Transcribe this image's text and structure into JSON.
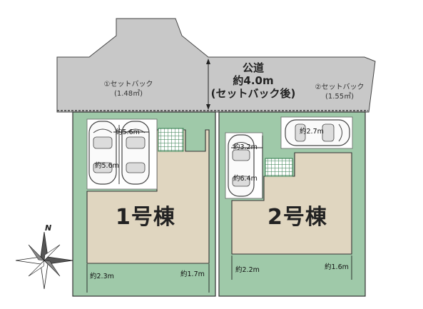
{
  "road": {
    "name": "公道",
    "width": "約4.0m",
    "note": "(セットバック後)"
  },
  "setbacks": [
    {
      "label": "①セットバック",
      "area": "(1.48㎡)"
    },
    {
      "label": "②セットバック",
      "area": "(1.55㎡)"
    }
  ],
  "lots": [
    {
      "building_label": "1号棟",
      "parking": [
        {
          "length": "約5.6m"
        },
        {
          "length": "約5.6m"
        }
      ],
      "offset_left": "約2.3m",
      "offset_right": "約1.7m"
    },
    {
      "building_label": "2号棟",
      "parking": [
        {
          "length": "約3.2m"
        },
        {
          "length": "約6.4m"
        },
        {
          "length": "約2.7m"
        }
      ],
      "offset_left": "約2.2m",
      "offset_right": "約1.6m"
    }
  ],
  "compass": {
    "label": "N"
  },
  "colors": {
    "road": "#c8c8c8",
    "lot": "#9fc9a9",
    "building": "#e0d6c0",
    "parking": "#ffffff",
    "stairs": "#5a9e6e",
    "line": "#333333"
  }
}
